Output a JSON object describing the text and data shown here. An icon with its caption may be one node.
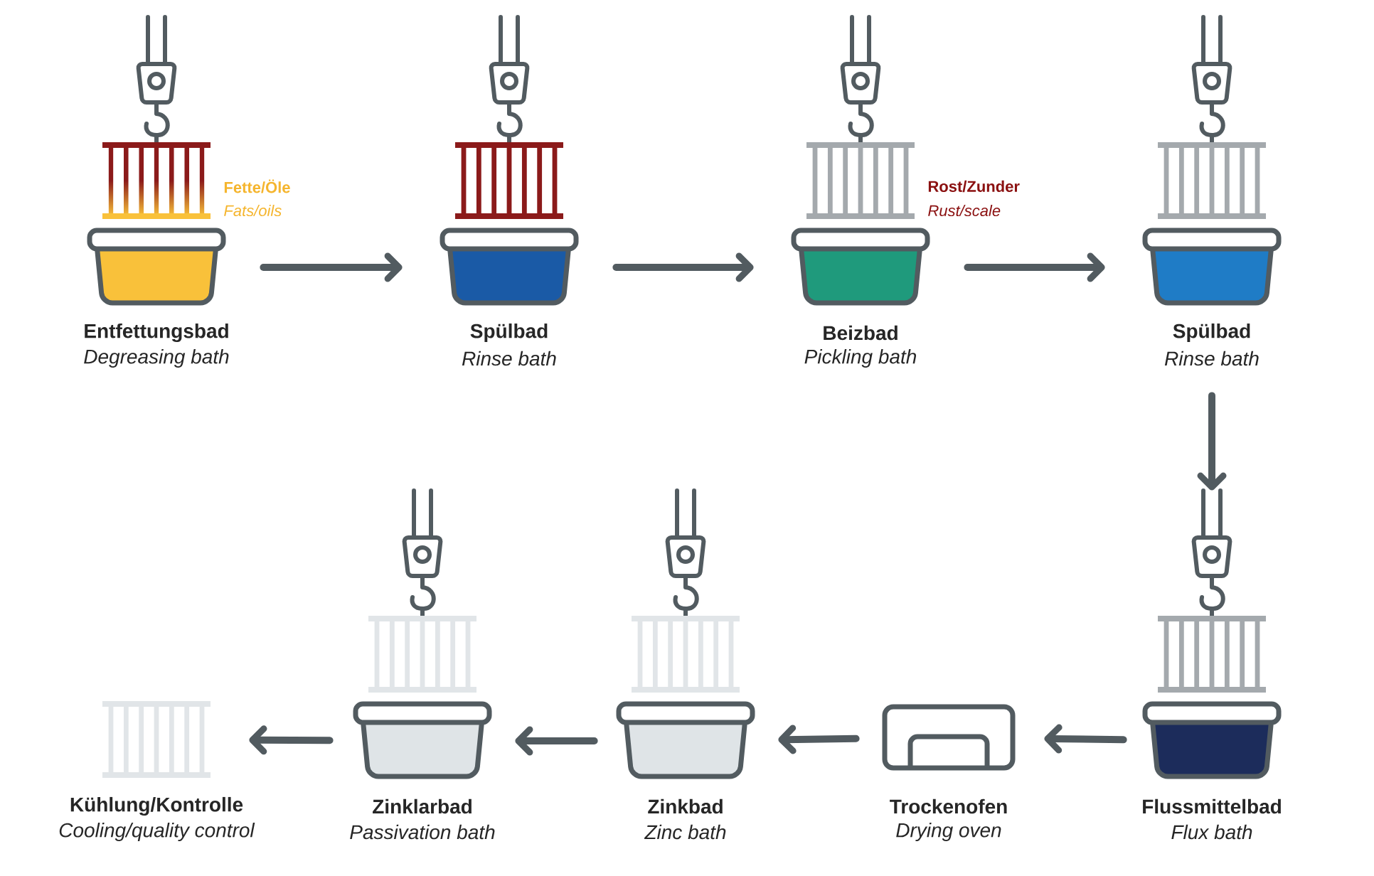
{
  "diagram": {
    "nodes": [
      {
        "text": [
          "Entfettungsbad",
          "Degreasing bath"
        ],
        "beside": [
          "Fette/Öle",
          "Fats/oils"
        ]
      },
      {
        "text": [
          "Spülbad",
          "Rinse bath"
        ]
      },
      {
        "text": [
          "Beizbad",
          "Pickling bath"
        ],
        "beside": [
          "Rost/Zunder",
          "Rust/scale"
        ]
      },
      {
        "text": [
          "Spülbad",
          "Rinse bath"
        ]
      },
      {
        "text": [
          "Flussmittelbad",
          "Flux bath"
        ]
      },
      {
        "text": [
          "Trockenofen",
          "Drying oven"
        ]
      },
      {
        "text": [
          "Zinkbad",
          "Zinc bath"
        ]
      },
      {
        "text": [
          "Zinklarbad",
          "Passivation bath"
        ]
      },
      {
        "text": [
          "Kühlung/Kontrolle",
          "Cooling/quality control"
        ]
      }
    ],
    "edges": [
      {
        "from": 0,
        "to": 1,
        "arrow": "to"
      },
      {
        "from": 1,
        "to": 2,
        "arrow": "to"
      },
      {
        "from": 2,
        "to": 3,
        "arrow": "to"
      },
      {
        "from": 3,
        "to": 4,
        "arrow": "to"
      },
      {
        "from": 4,
        "to": 5,
        "arrow": "to"
      },
      {
        "from": 5,
        "to": 6,
        "arrow": "to"
      },
      {
        "from": 6,
        "to": 7,
        "arrow": "to"
      },
      {
        "from": 7,
        "to": 8,
        "arrow": "to"
      }
    ]
  }
}
